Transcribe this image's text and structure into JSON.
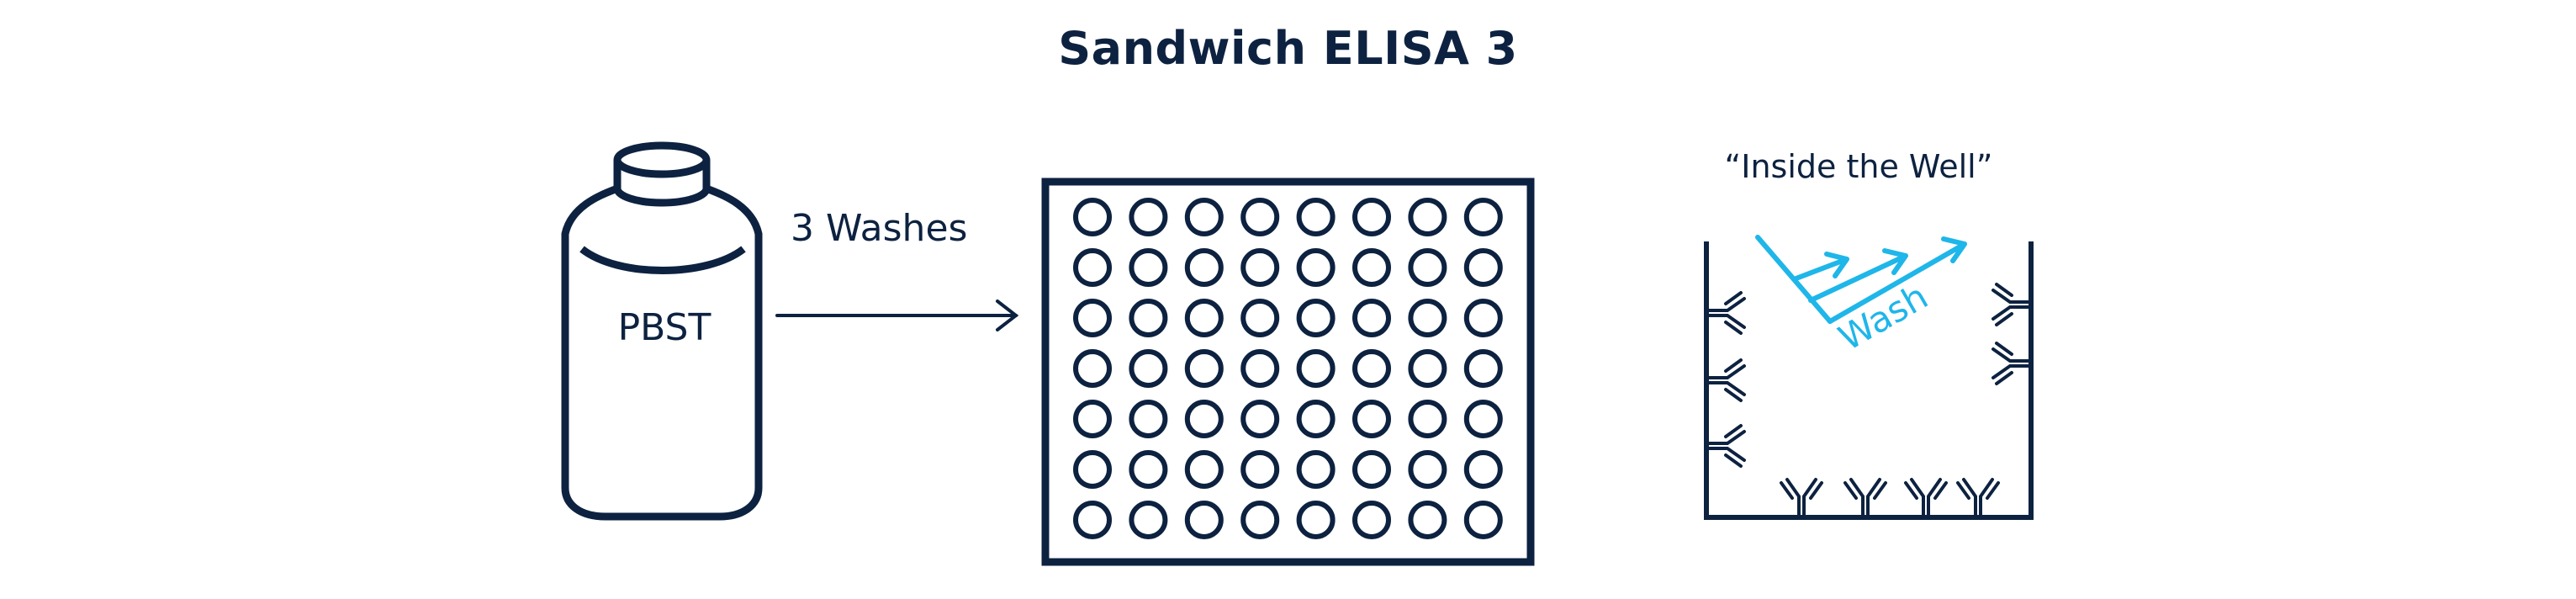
{
  "title": "Sandwich ELISA 3",
  "bottle": {
    "label": "PBST"
  },
  "step": {
    "label": "3 Washes"
  },
  "plate": {
    "rows": 7,
    "cols": 8
  },
  "well_view": {
    "title": "“Inside the Well”",
    "action_label": "Wash"
  },
  "colors": {
    "primary": "#0d2240",
    "accent": "#1fb6e9",
    "background": "#ffffff"
  }
}
